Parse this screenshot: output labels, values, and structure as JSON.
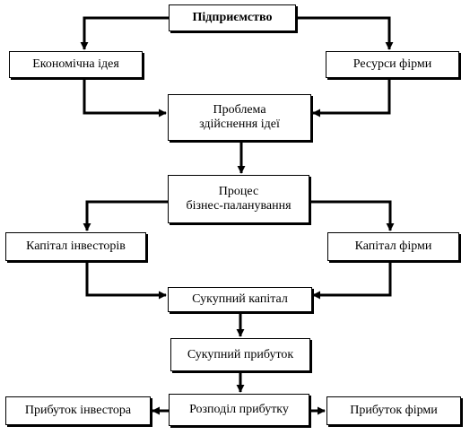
{
  "nodes": {
    "enterprise": "Підприємство",
    "economic_idea": "Економічна ідея",
    "firm_resources": "Ресурси фірми",
    "implementation_problem": "Проблема\nздійснення ідеї",
    "business_planning": "Процес\nбізнес-паланування",
    "investor_capital": "Капітал інвесторів",
    "firm_capital": "Капітал фірми",
    "total_capital": "Сукупний капітал",
    "total_profit": "Сукупний прибуток",
    "profit_distribution": "Розподіл прибутку",
    "investor_profit": "Прибуток інвестора",
    "firm_profit": "Прибуток фірми"
  },
  "colors": {
    "line": "#000000",
    "fill": "#ffffff"
  }
}
